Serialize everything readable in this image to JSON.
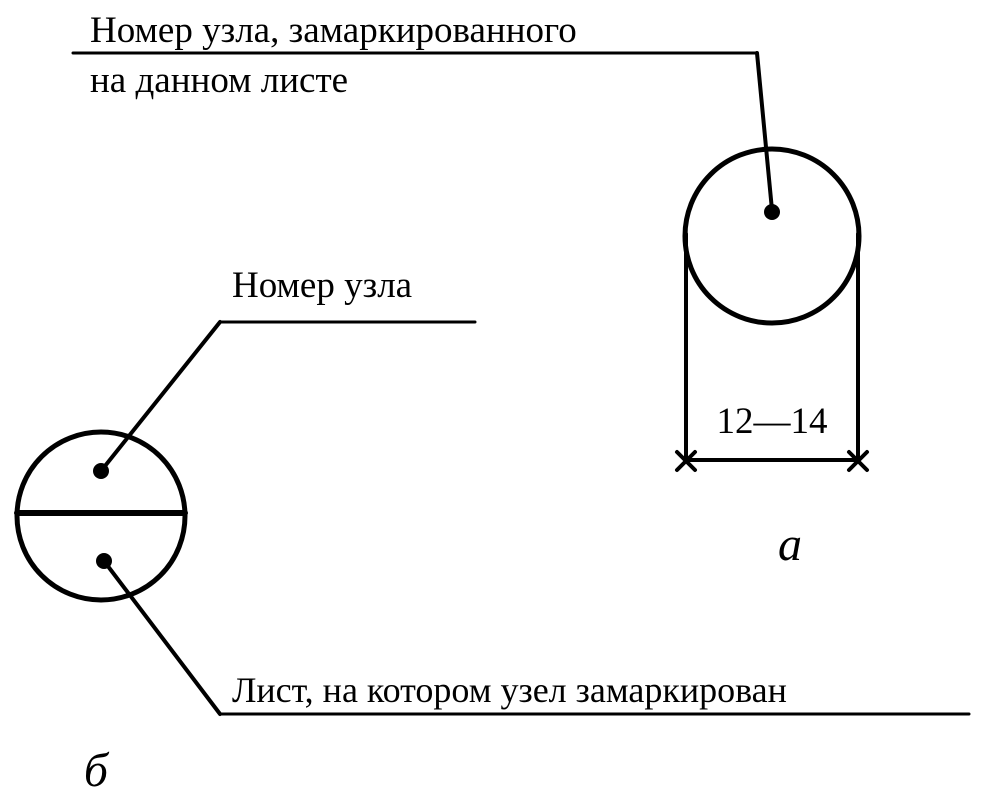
{
  "labels": {
    "detail_node_line1": "Номер узла, замаркированного",
    "detail_node_line2": "на данном листе",
    "node_number": "Номер узла",
    "sheet_marked": "Лист, на котором узел замаркирован",
    "sheet_range": "12—14"
  },
  "figure_labels": {
    "a": "а",
    "b": "б"
  },
  "colors": {
    "ink": "#000000",
    "background": "#ffffff"
  }
}
